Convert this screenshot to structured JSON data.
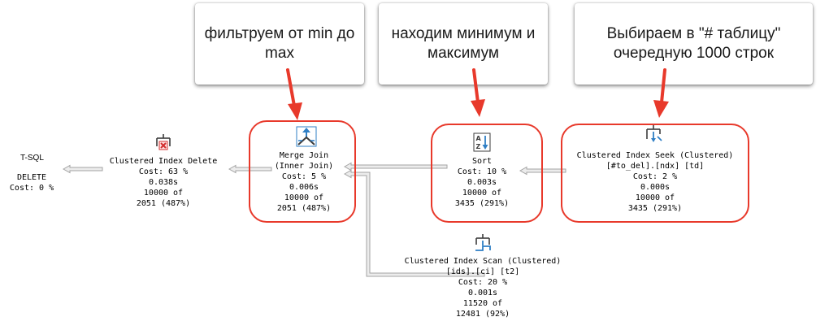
{
  "callouts": [
    {
      "lines": [
        "фильтруем от min до",
        "max"
      ]
    },
    {
      "lines": [
        "находим минимум и",
        "максимум"
      ]
    },
    {
      "lines": [
        "Выбираем в \"# таблицу\"",
        "очередную 1000 строк"
      ]
    }
  ],
  "tsql": {
    "title": "T-SQL",
    "lines": [
      "DELETE",
      "Cost: 0 %"
    ]
  },
  "nodes": {
    "clustered_index_delete": {
      "lines": [
        "Clustered Index Delete",
        "Cost: 63 %",
        "0.038s",
        "10000 of",
        "2051 (487%)"
      ]
    },
    "merge_join": {
      "lines": [
        "Merge Join",
        "(Inner Join)",
        "Cost: 5 %",
        "0.006s",
        "10000 of",
        "2051 (487%)"
      ]
    },
    "sort": {
      "lines": [
        "Sort",
        "Cost: 10 %",
        "0.003s",
        "10000 of",
        "3435 (291%)"
      ]
    },
    "clustered_index_seek": {
      "lines": [
        "Clustered Index Seek (Clustered)",
        "[#to_del].[ndx] [td]",
        "Cost: 2 %",
        "0.000s",
        "10000 of",
        "3435 (291%)"
      ]
    },
    "clustered_index_scan": {
      "lines": [
        "Clustered Index Scan (Clustered)",
        "[ids].[ci] [t2]",
        "Cost: 20 %",
        "0.001s",
        "11520 of",
        "12481 (92%)"
      ]
    }
  },
  "colors": {
    "highlight": "#e8392b",
    "connector_fill": "#ececec",
    "connector_stroke": "#a3a3a3",
    "icon_blue": "#2f7fc5",
    "icon_dark": "#3c3c3c",
    "icon_red": "#d32f2f"
  }
}
